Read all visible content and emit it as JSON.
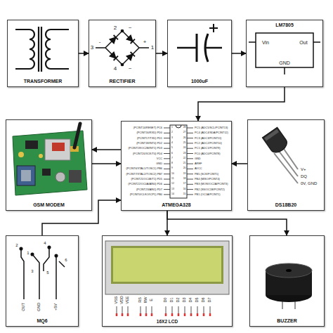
{
  "diagram": {
    "nodes": [
      {
        "text": [
          "TRANSFORMER"
        ]
      },
      {
        "text": [
          "RECTIFIER"
        ]
      },
      {
        "text": [
          "1000uF"
        ]
      },
      {
        "text": [
          "LM7805"
        ]
      },
      {
        "text": [
          "GSM MODEM"
        ]
      },
      {
        "text": [
          "ATMEGA328"
        ]
      },
      {
        "text": [
          "DS18B20"
        ]
      },
      {
        "text": [
          "MQ6"
        ]
      },
      {
        "text": [
          "16X2 LCD"
        ]
      },
      {
        "text": [
          "BUZZER"
        ]
      }
    ],
    "edges": [
      {
        "from": 0,
        "to": 1,
        "arrow": "to"
      },
      {
        "from": 1,
        "to": 2,
        "arrow": "to"
      },
      {
        "from": 2,
        "to": 3,
        "arrow": "to"
      },
      {
        "from": 3,
        "to": 5,
        "arrow": "to"
      },
      {
        "from": 5,
        "to": 4,
        "arrow": "to"
      },
      {
        "from": 4,
        "to": 5,
        "arrow": "to"
      },
      {
        "from": 6,
        "to": 5,
        "arrow": "to"
      },
      {
        "from": 7,
        "to": 5,
        "arrow": "to"
      },
      {
        "from": 5,
        "to": 8,
        "arrow": "to"
      },
      {
        "from": 5,
        "to": 9,
        "arrow": "to"
      }
    ],
    "labels": [
      "2",
      "~",
      "3",
      "-",
      "+",
      "1",
      "4",
      "~",
      "Vin",
      "Out",
      "GND",
      "(PCINT14/RESET) PC6",
      "1",
      "28",
      "PC5 (ADC5/SCL/PCINT13)",
      "(PCINT16/RXD) PD0",
      "2",
      "27",
      "PC4 (ADC4/SDA/PCINT12)",
      "(PCINT17/TXD) PD1",
      "3",
      "26",
      "PC3 (ADC3/PCINT11)",
      "(PCINT18/INT0) PD2",
      "4",
      "25",
      "PC2 (ADC2/PCINT10)",
      "(PCINT19/OC2B/INT1) PD3",
      "5",
      "24",
      "PC1 (ADC1/PCINT9)",
      "(PCINT20/XCK/T0) PD4",
      "6",
      "23",
      "PC0 (ADC0/PCINT8)",
      "VCC",
      "7",
      "22",
      "GND",
      "GND",
      "8",
      "21",
      "AREF",
      "(PCINT6/XTAL1/TOSC1) PB6",
      "9",
      "20",
      "AVCC",
      "(PCINT7/XTAL2/TOSC2) PB7",
      "10",
      "19",
      "PB5 (SCK/PCINT5)",
      "(PCINT21/OC0B/T1) PD5",
      "11",
      "18",
      "PB4 (MISO/PCINT4)",
      "(PCINT22/OC0A/AIN0) PD6",
      "12",
      "17",
      "PB3 (MOSI/OC2A/PCINT3)",
      "(PCINT23/AIN1) PD7",
      "13",
      "16",
      "PB2 (SS/OC1B/PCINT2)",
      "(PCINT0/CLKO/ICP1) PB0",
      "14",
      "15",
      "PB1 (OC1A/PCINT1)",
      "V+",
      "DQ",
      "0V, GND",
      "2",
      "4",
      "1",
      "3",
      "5",
      "6",
      "OUT",
      "GND",
      "+5V",
      "VSS",
      "VDD",
      "VEE",
      "RS",
      "RW",
      "E",
      "D0",
      "D1",
      "D2",
      "D3",
      "D4",
      "D5",
      "D6",
      "D7"
    ]
  }
}
